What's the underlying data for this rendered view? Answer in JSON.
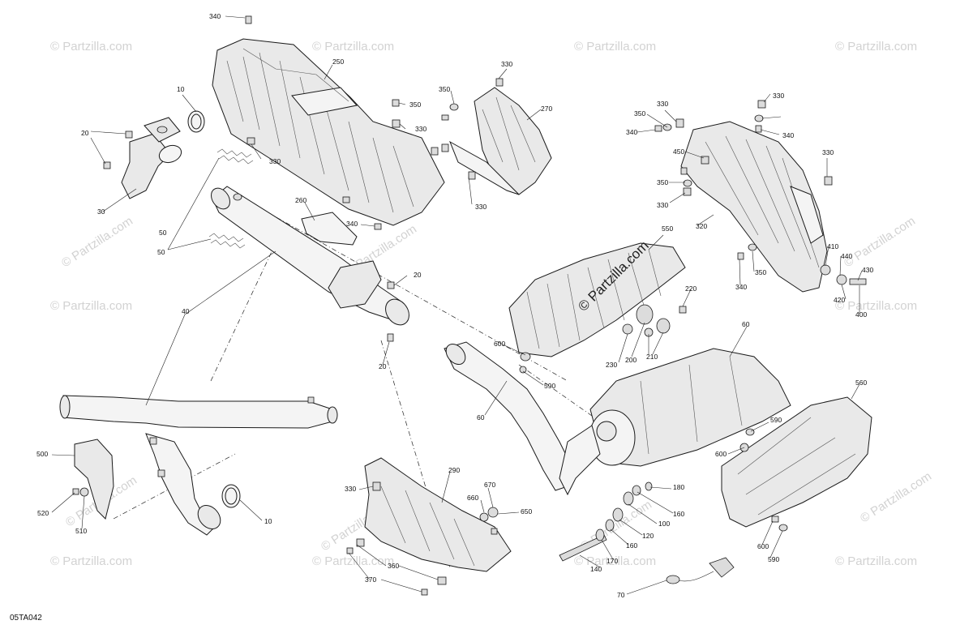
{
  "watermark": {
    "text": "© Partzilla.com"
  },
  "brand_stamp": {
    "text": "© Partzilla.com"
  },
  "diagram_code": "05TA042",
  "callouts": [
    "340",
    "250",
    "330",
    "350",
    "330",
    "270",
    "10",
    "20",
    "330",
    "350",
    "330",
    "350",
    "340",
    "330",
    "340",
    "30",
    "260",
    "340",
    "330",
    "450",
    "350",
    "330",
    "330",
    "50",
    "320",
    "550",
    "410",
    "440",
    "430",
    "50",
    "20",
    "350",
    "340",
    "420",
    "400",
    "220",
    "40",
    "200",
    "210",
    "230",
    "60",
    "600",
    "20",
    "590",
    "60",
    "500",
    "290",
    "560",
    "590",
    "600",
    "180",
    "520",
    "330",
    "670",
    "660",
    "650",
    "160",
    "510",
    "10",
    "100",
    "120",
    "160",
    "600",
    "590",
    "170",
    "140",
    "360",
    "370",
    "70"
  ]
}
